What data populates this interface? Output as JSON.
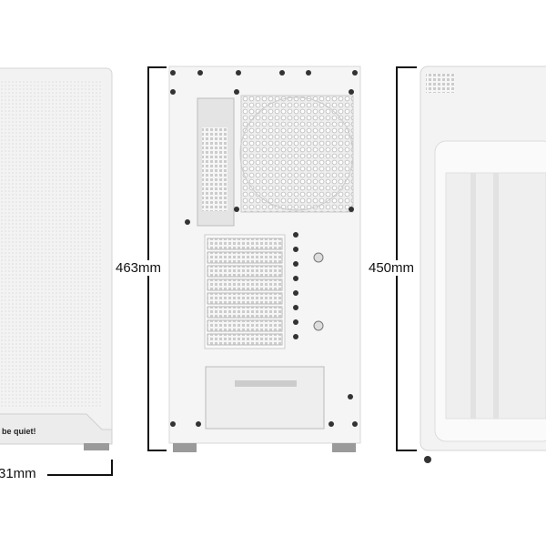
{
  "dimensions": {
    "depth_label": "31mm",
    "height_back_label": "463mm",
    "height_side_label": "450mm"
  },
  "brand": {
    "logo_text": "be quiet!"
  },
  "colors": {
    "case_body": "#f4f4f4",
    "case_edge": "#d8d8d8",
    "feet": "#9a9a9a",
    "dimension_lines": "#111111"
  }
}
